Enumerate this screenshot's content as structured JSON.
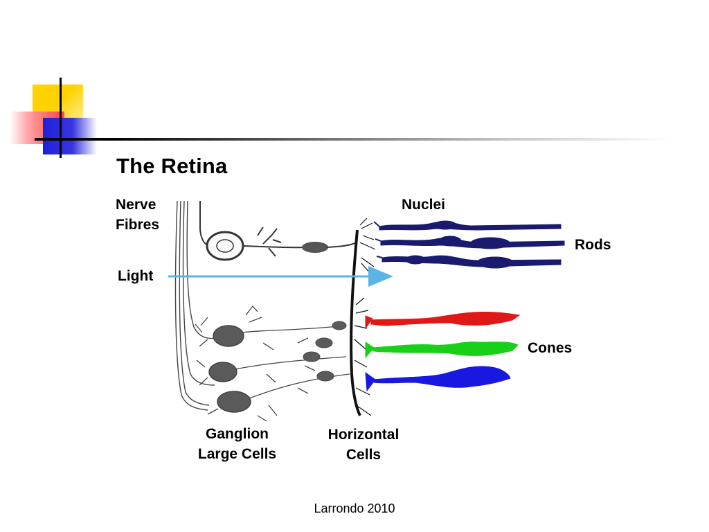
{
  "slide": {
    "title": "The Retina",
    "footer": "Larrondo 2010"
  },
  "labels": {
    "nerve_fibres": [
      "Nerve",
      "Fibres"
    ],
    "nuclei": "Nuclei",
    "rods": "Rods",
    "light": "Light",
    "cones": "Cones",
    "ganglion": [
      "Ganglion",
      "Large Cells"
    ],
    "horizontal": [
      "Horizontal",
      "Cells"
    ]
  },
  "colors": {
    "rod": "#1a1a6e",
    "cone_red": "#e01818",
    "cone_green": "#18d018",
    "cone_blue": "#1818e0",
    "light_arrow": "#5ab4e6",
    "neuron": "#555555"
  }
}
